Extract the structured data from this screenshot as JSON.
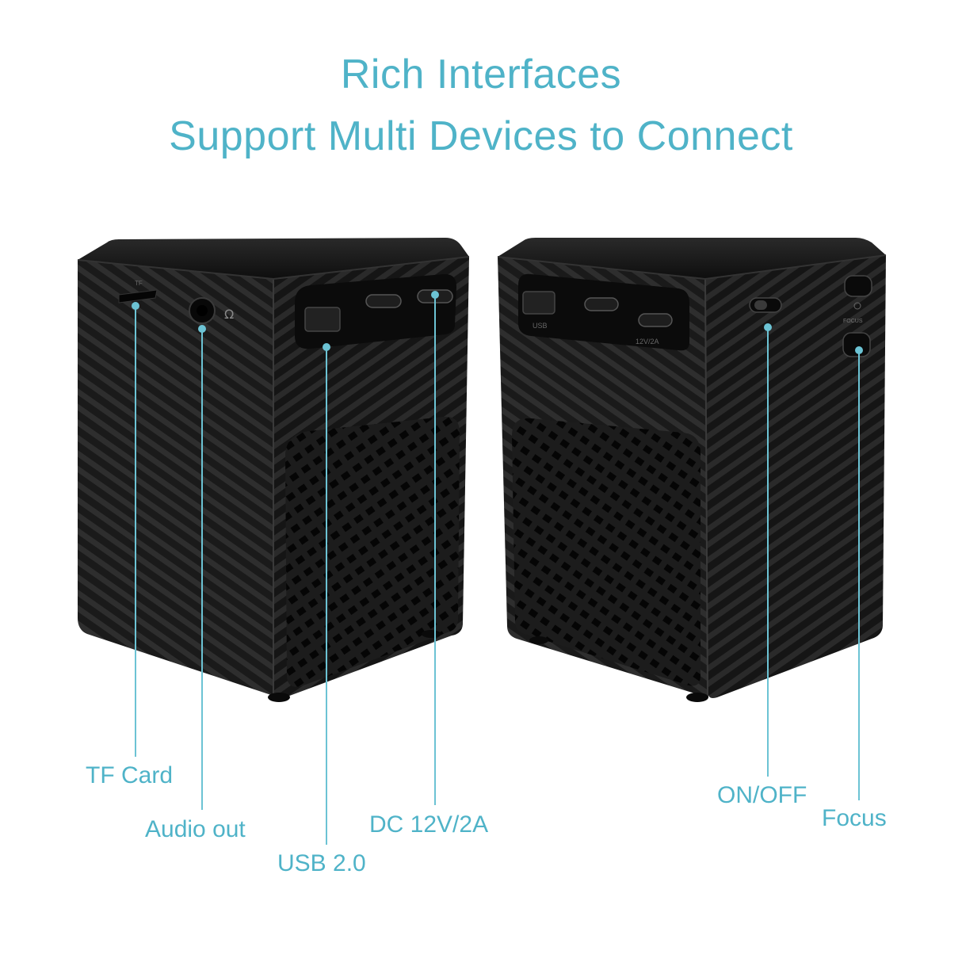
{
  "headline": {
    "line1": "Rich Interfaces",
    "line2": "Support Multi Devices to Connect"
  },
  "labels": {
    "tf_card": "TF Card",
    "audio_out": "Audio out",
    "usb": "USB 2.0",
    "dc": "DC 12V/2A",
    "on_off": "ON/OFF",
    "focus": "Focus"
  },
  "printed_on_device": {
    "tf": "TF",
    "usb": "USB",
    "dc": "12V/2A",
    "focus": "FOCUS"
  },
  "colors": {
    "accent": "#4fb3c8",
    "device_body": "#141414",
    "background": "#ffffff"
  }
}
